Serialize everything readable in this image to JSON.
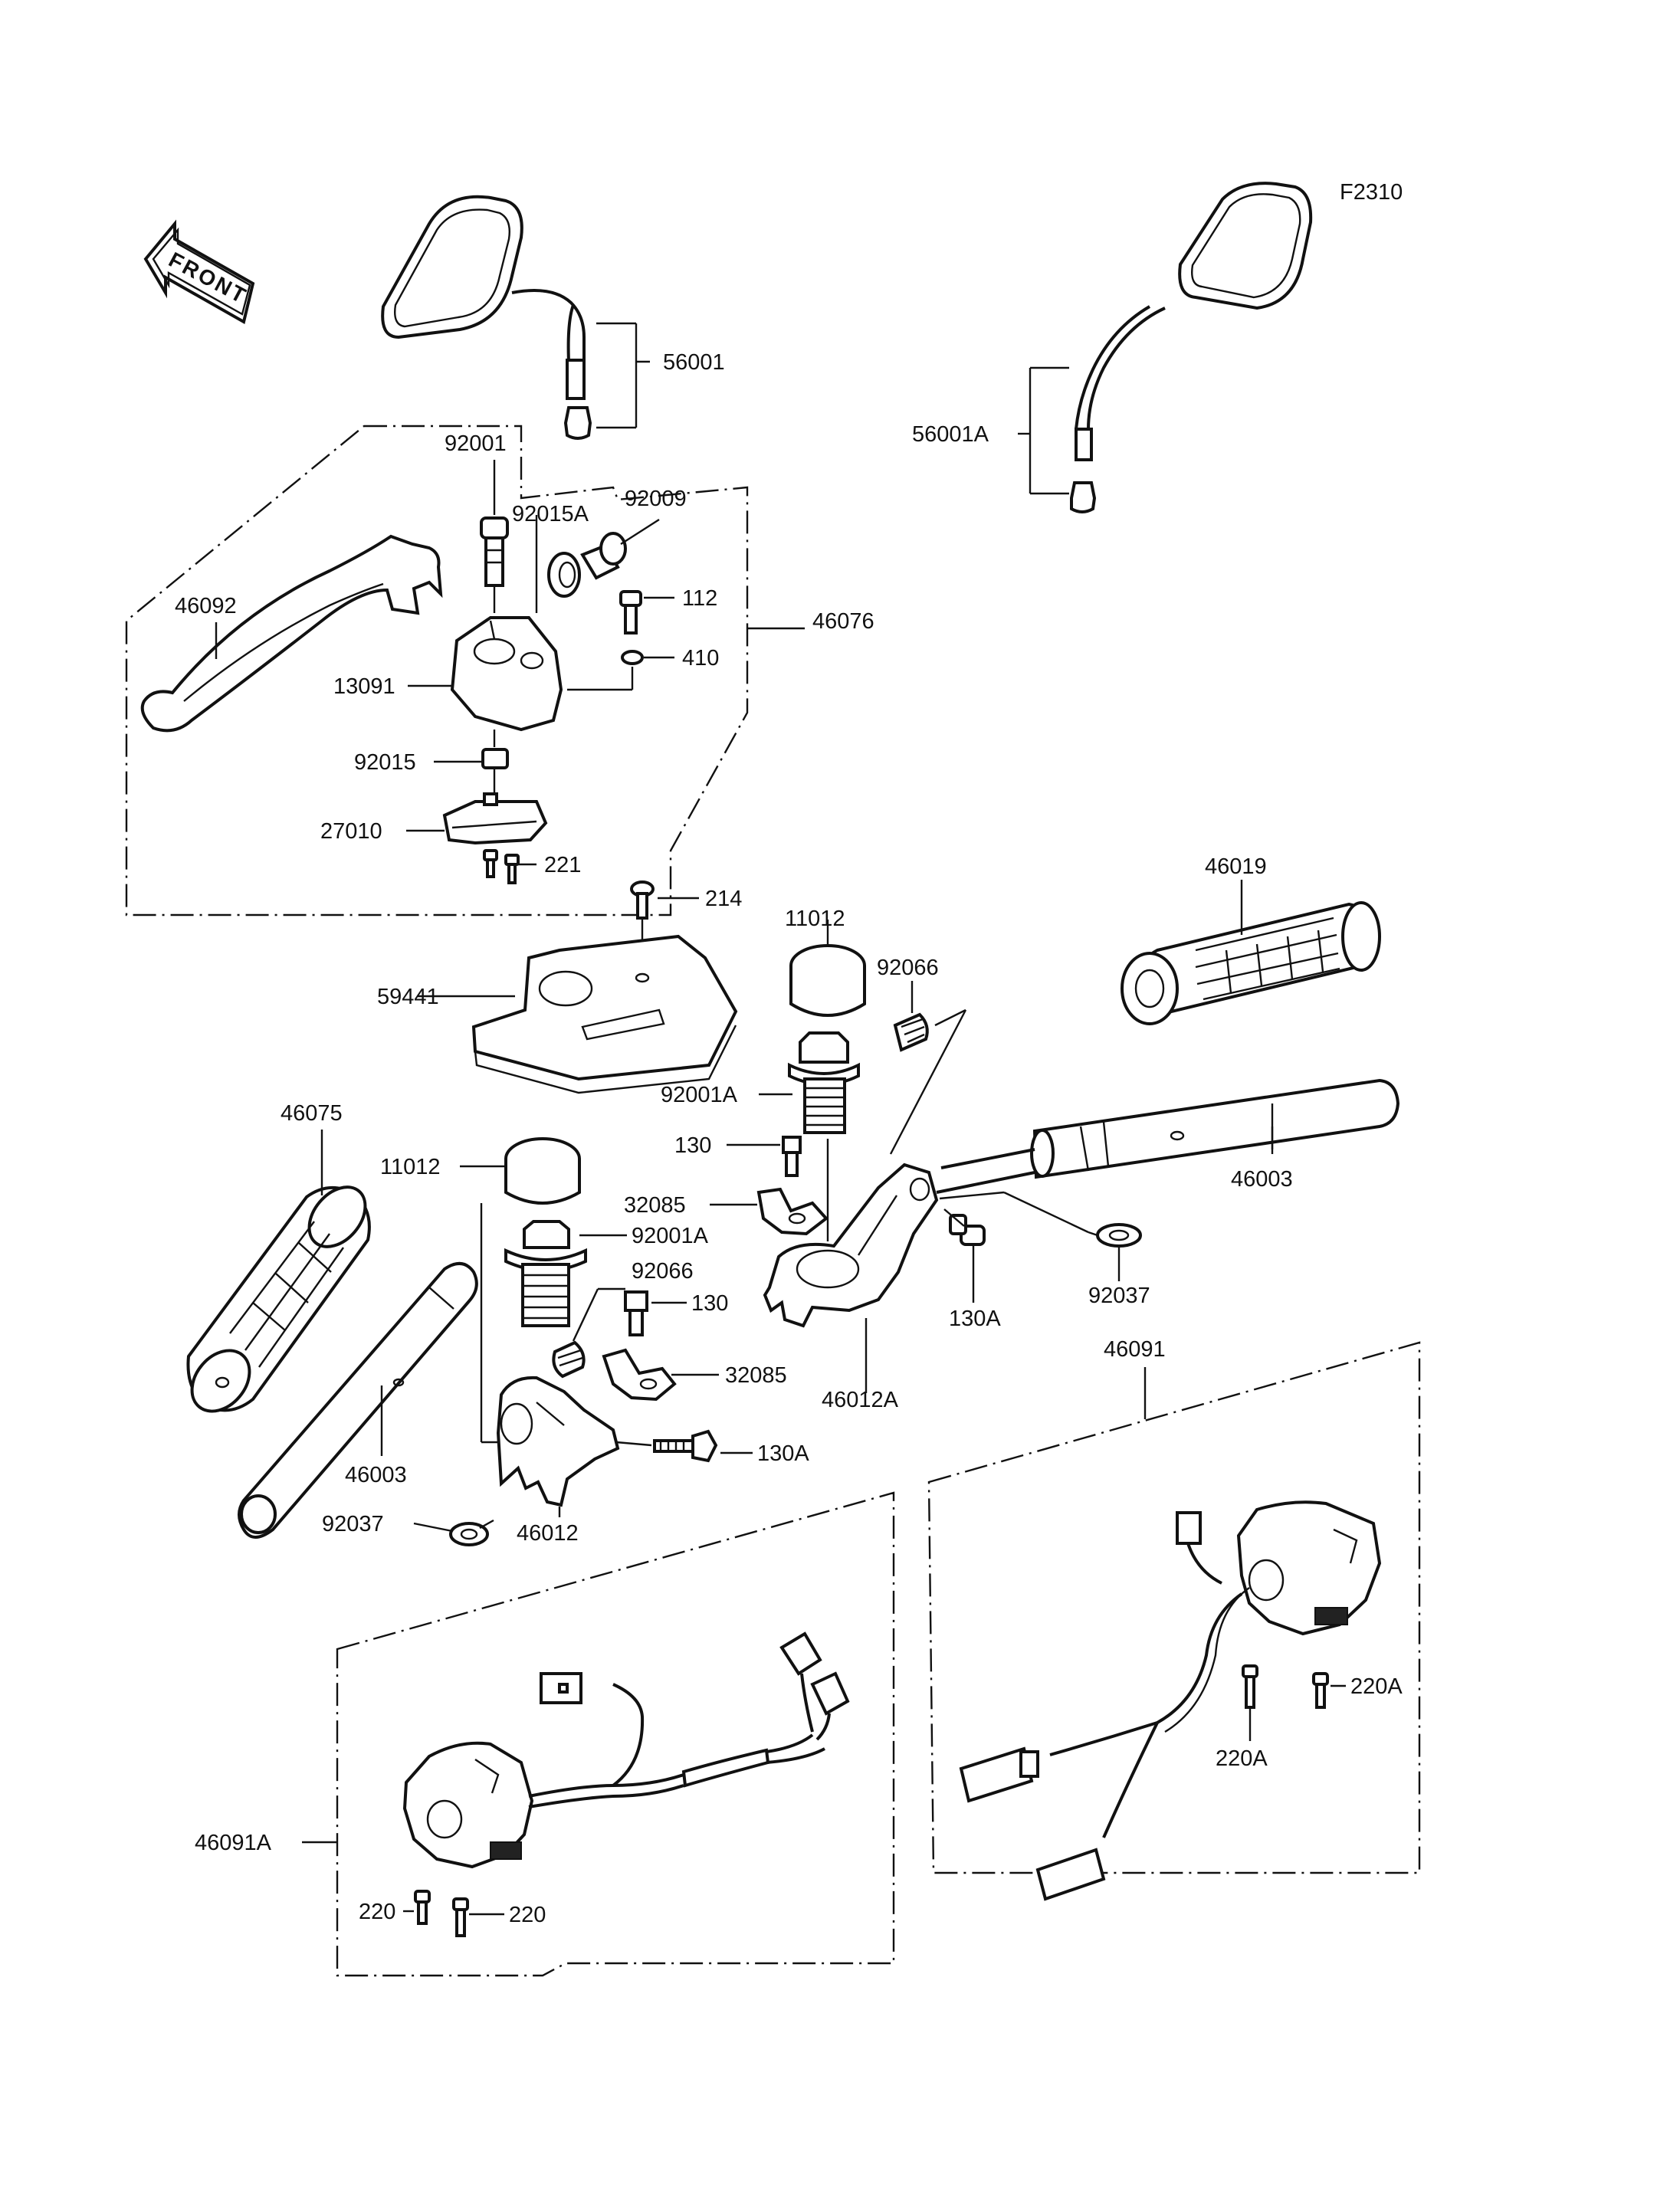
{
  "figure_code": "F2310",
  "front_arrow": {
    "label": "FRONT",
    "icon": "front-arrow-icon"
  },
  "labels": {
    "mirror_left": "56001",
    "mirror_right": "56001A",
    "lever": "46092",
    "bolt_92001": "92001",
    "bushing": "92015A",
    "adjuster": "92009",
    "screw_112": "112",
    "washer_410": "410",
    "holder": "13091",
    "lever_assy": "46076",
    "nut_92015": "92015",
    "brake_switch": "27010",
    "screw_221": "221",
    "screw_214": "214",
    "cover": "59441",
    "cap_right": "11012",
    "grip_right": "46019",
    "cap_fitting_right": "92066",
    "bolt_right": "92001A",
    "bolt_130_right": "130",
    "clamp_right": "32085",
    "handlebar_right": "46003",
    "bolt_130A_right": "130A",
    "clip_right": "92037",
    "holder_right": "46012A",
    "grip_left": "46075",
    "cap_left": "11012",
    "bolt_left": "92001A",
    "cap_fitting_left": "92066",
    "bolt_130_left": "130",
    "clamp_left": "32085",
    "handlebar_left": "46003",
    "bolt_130A_left": "130A",
    "clip_left": "92037",
    "holder_left": "46012",
    "switch_right": "46091",
    "screw_220A_a": "220A",
    "screw_220A_b": "220A",
    "switch_left": "46091A",
    "screw_220_a": "220",
    "screw_220_b": "220"
  }
}
